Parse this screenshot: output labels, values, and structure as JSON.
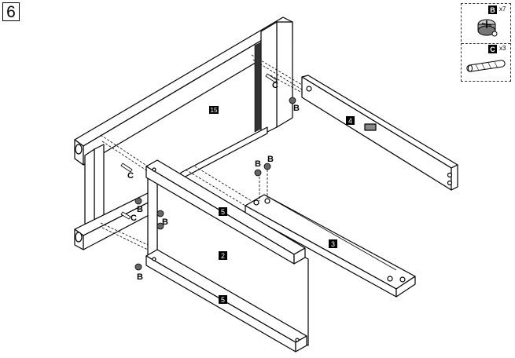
{
  "step": {
    "number": "6"
  },
  "legend": {
    "items": [
      {
        "letter": "B",
        "qty": "x7",
        "icon": "cam-lock-icon"
      },
      {
        "letter": "C",
        "qty": "x3",
        "icon": "wooden-dowel-icon"
      }
    ]
  },
  "diagram": {
    "parts": [
      {
        "label": "15",
        "name": "back-panel"
      },
      {
        "label": "4",
        "name": "side-rail-right"
      },
      {
        "label": "5",
        "name": "top-rail-front"
      },
      {
        "label": "2",
        "name": "front-panel"
      },
      {
        "label": "3",
        "name": "bottom-rail"
      },
      {
        "label": "5",
        "name": "bottom-rail-front"
      }
    ],
    "callouts": [
      {
        "text": "C",
        "name": "dowel-callout-upper"
      },
      {
        "text": "B",
        "name": "cam-callout-upper"
      },
      {
        "text": "C",
        "name": "dowel-callout-left"
      },
      {
        "text": "B",
        "name": "cam-callout-top-a"
      },
      {
        "text": "B",
        "name": "cam-callout-top-b"
      },
      {
        "text": "B",
        "name": "cam-callout-mid-left"
      },
      {
        "text": "C",
        "name": "dowel-callout-mid-left"
      },
      {
        "text": "B",
        "name": "cam-callout-mid-right"
      },
      {
        "text": "B",
        "name": "cam-callout-bottom"
      }
    ]
  },
  "colors": {
    "line": "#000000",
    "paper": "#ffffff",
    "label_bg": "#000000",
    "label_text": "#ffffff"
  }
}
